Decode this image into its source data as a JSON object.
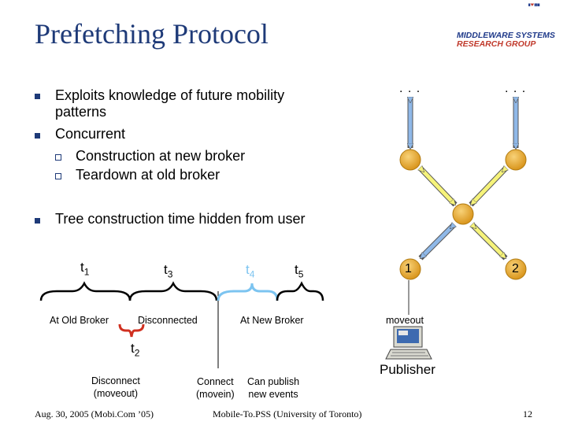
{
  "title": "Prefetching Protocol",
  "logo": {
    "line1": "MIDDLEWARE SYSTEMS",
    "line2": "RESEARCH GROUP"
  },
  "bullets": [
    {
      "text": "Exploits knowledge of future mobility",
      "cont": "patterns"
    },
    {
      "text": "Concurrent"
    },
    {
      "text": "Tree construction time hidden from user"
    }
  ],
  "sub_bullets": [
    "Construction at new broker",
    "Teardown at old broker"
  ],
  "timeline": {
    "t1": "t",
    "t1_sub": "1",
    "t3": "t",
    "t3_sub": "3",
    "t4": "t",
    "t4_sub": "4",
    "t5": "t",
    "t5_sub": "5",
    "t2": "t",
    "t2_sub": "2",
    "at_old_broker": "At Old Broker",
    "disconnected": "Disconnected",
    "at_new_broker": "At New Broker",
    "disconnect_line1": "Disconnect",
    "disconnect_line2": "(moveout)",
    "connect_line1": "Connect",
    "connect_line2": "(movein)",
    "can_publish_line1": "Can publish",
    "can_publish_line2": "new events"
  },
  "network": {
    "dots_left": ". . .",
    "dots_right": ". . .",
    "broker1": "1",
    "broker2": "2",
    "moveout": "moveout",
    "publisher": "Publisher"
  },
  "footer": {
    "left": "Aug. 30, 2005 (Mobi.Com ’05)",
    "center": "Mobile-To.PSS (University of Toronto)",
    "page": "12"
  },
  "colors": {
    "title": "#1e3a78",
    "node": "#e0a020",
    "arrow_blue": "#8fb8e8",
    "arrow_yellow": "#f6f37a",
    "brace_blue": "#7cc4f0",
    "brace_red": "#d03020"
  }
}
